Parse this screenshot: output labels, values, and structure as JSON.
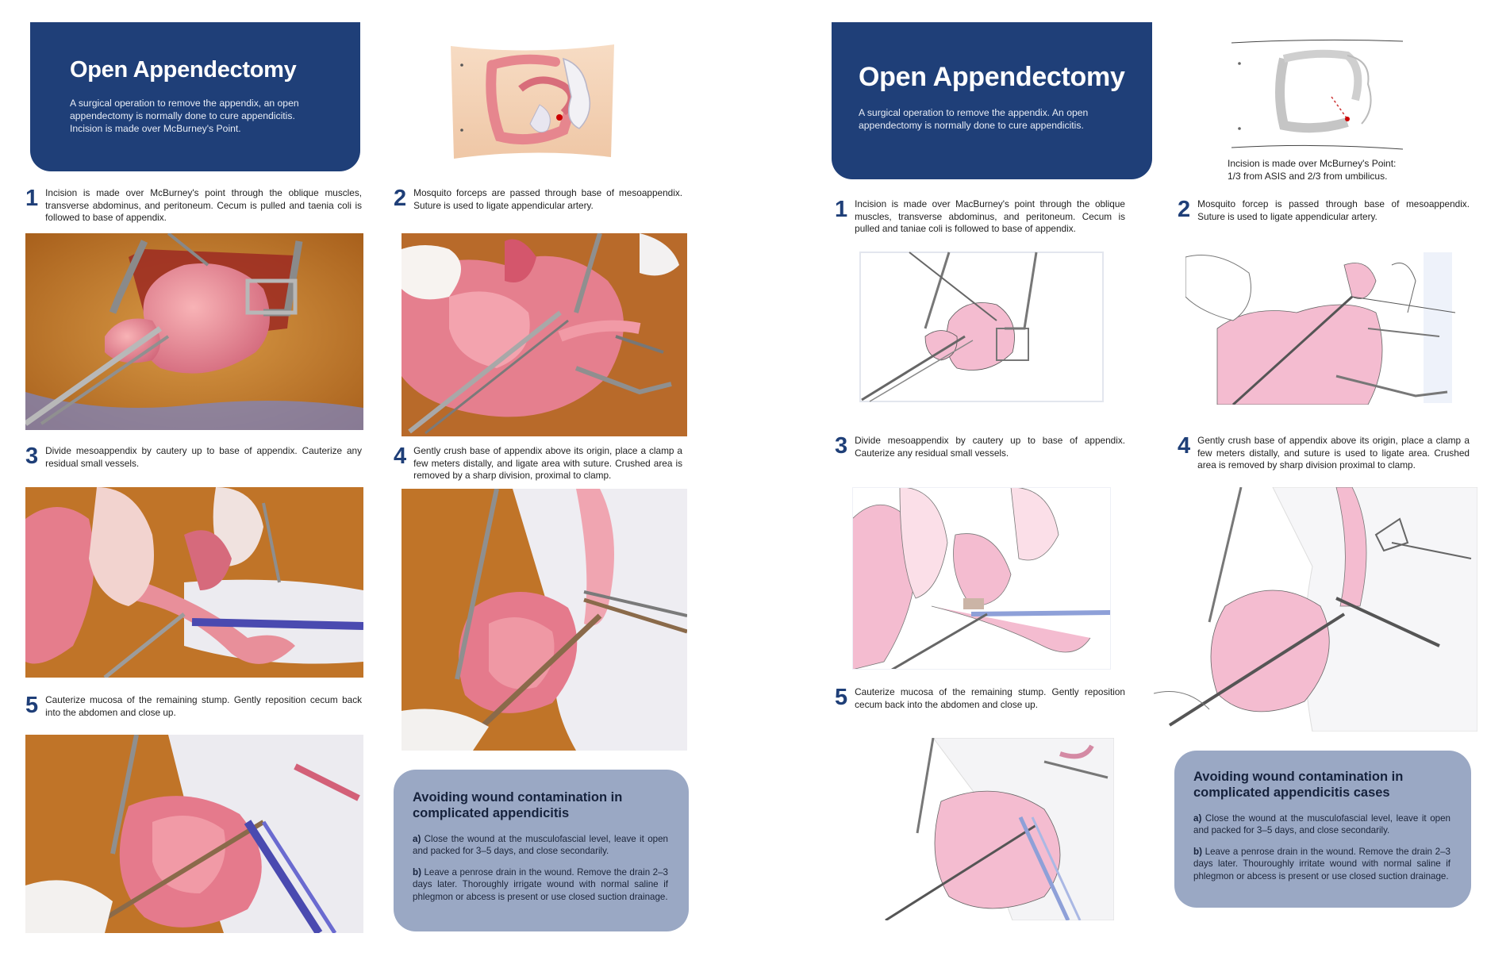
{
  "left": {
    "title": "Open Appendectomy",
    "intro": "A surgical operation to remove the appendix, an open appendectomy is normally done to cure appendicitis. Incision is made over McBurney's Point.",
    "steps": [
      {
        "num": "1",
        "text": "Incision is made over McBurney's point through the oblique muscles, transverse abdominus, and peritoneum. Cecum is pulled and taenia coli is followed to base of appendix."
      },
      {
        "num": "2",
        "text": "Mosquito forceps are passed through base of mesoappendix. Suture is used to ligate appendicular artery."
      },
      {
        "num": "3",
        "text": "Divide mesoappendix by cautery up to base of appendix. Cauterize any residual small vessels."
      },
      {
        "num": "4",
        "text": "Gently crush base of appendix above its origin, place a clamp a few meters distally, and ligate area with suture. Crushed area is removed by a sharp division, proximal to clamp."
      },
      {
        "num": "5",
        "text": "Cauterize mucosa of the remaining stump. Gently reposition cecum back into the abdomen and close up."
      }
    ],
    "note": {
      "title": "Avoiding wound contamination in complicated appendicitis",
      "a_label": "a)",
      "a_text": "Close the wound at the musculofascial level, leave it open and packed for 3–5 days, and close secondarily.",
      "b_label": "b)",
      "b_text": "Leave a penrose drain in the wound. Remove the drain 2–3 days later. Thoroughly irrigate wound with normal saline if phlegmon or abcess is present or use closed suction drainage."
    }
  },
  "right": {
    "title": "Open Appendectomy",
    "intro": "A surgical operation to remove the appendix. An open appendectomy is normally done to cure appendicitis.",
    "caption_line1": "Incision is made over McBurney's Point:",
    "caption_line2": "1/3 from ASIS and 2/3 from umbilicus.",
    "steps": [
      {
        "num": "1",
        "text": "Incision is made over MacBurney's point through the oblique muscles, transverse abdominus, and peritoneum. Cecum is pulled and taniae coli is followed to base of appendix."
      },
      {
        "num": "2",
        "text": "Mosquito forcep is passed through base of mesoappendix. Suture is used to ligate appendicular artery."
      },
      {
        "num": "3",
        "text": "Divide mesoappendix by cautery up to base of appendix. Cauterize any residual small vessels."
      },
      {
        "num": "4",
        "text": "Gently crush base of appendix above its origin, place a clamp a few meters distally, and suture is used to ligate area. Crushed area is removed by sharp division proximal to clamp."
      },
      {
        "num": "5",
        "text": "Cauterize mucosa of the remaining stump. Gently reposition cecum back into the abdomen and close up."
      }
    ],
    "note": {
      "title": "Avoiding wound contamination in complicated appendicitis cases",
      "a_label": "a)",
      "a_text": "Close the wound at the musculofascial level, leave it open and packed for 3–5 days, and close secondarily.",
      "b_label": "b)",
      "b_text": "Leave a penrose drain in the wound. Remove the drain 2–3 days later. Thouroughly irritate wound with normal saline if phlegmon or abcess is present or use closed suction drainage."
    }
  },
  "colors": {
    "title_bg": "#1f3f78",
    "note_bg": "#9aa8c4",
    "tissue_color": "#e98a92",
    "sketch_tissue": "#f4bcd0",
    "background_orange": "#c97a2a"
  }
}
